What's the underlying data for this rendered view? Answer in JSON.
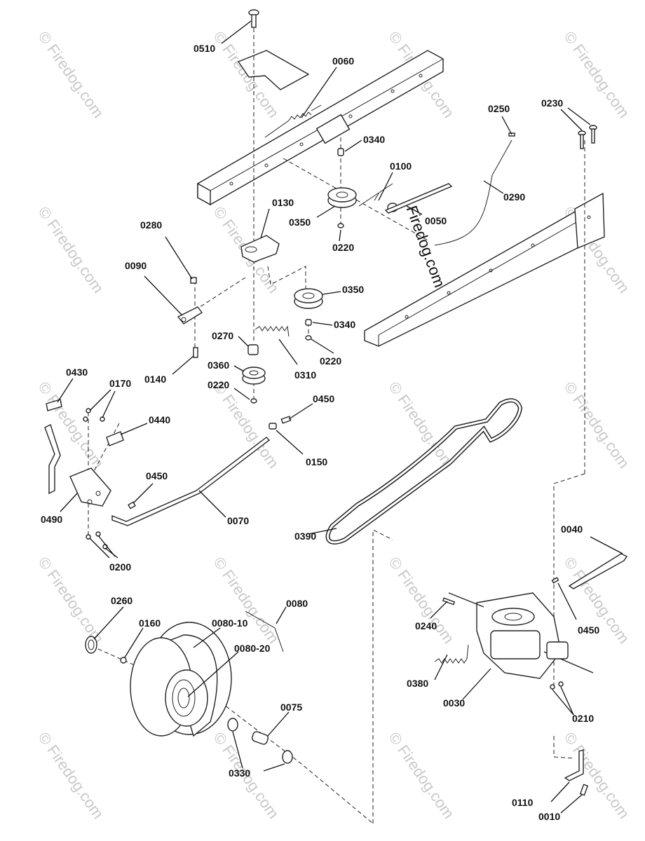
{
  "watermark": "© Firedog.com",
  "watermark_center": "Firedog.com",
  "labels": {
    "l0510": "0510",
    "l0060": "0060",
    "l0340a": "0340",
    "l0100": "0100",
    "l0250": "0250",
    "l0230": "0230",
    "l0130": "0130",
    "l0050": "0050",
    "l0290": "0290",
    "l0350a": "0350",
    "l0220a": "0220",
    "l0280": "0280",
    "l0090": "0090",
    "l0350b": "0350",
    "l0340b": "0340",
    "l0270": "0270",
    "l0220b": "0220",
    "l0140": "0140",
    "l0360": "0360",
    "l0310": "0310",
    "l0220c": "0220",
    "l0430": "0430",
    "l0170": "0170",
    "l0450a": "0450",
    "l0440": "0440",
    "l0150": "0150",
    "l0450b": "0450",
    "l0070": "0070",
    "l0490": "0490",
    "l0200": "0200",
    "l0390": "0390",
    "l0040": "0040",
    "l0450c": "0450",
    "l0260": "0260",
    "l0160": "0160",
    "l0080": "0080",
    "l0080_10": "0080-10",
    "l0080_20": "0080-20",
    "l0240": "0240",
    "l0380": "0380",
    "l0030": "0030",
    "l0210": "0210",
    "l0075": "0075",
    "l0330": "0330",
    "l0110": "0110",
    "l0010": "0010"
  }
}
